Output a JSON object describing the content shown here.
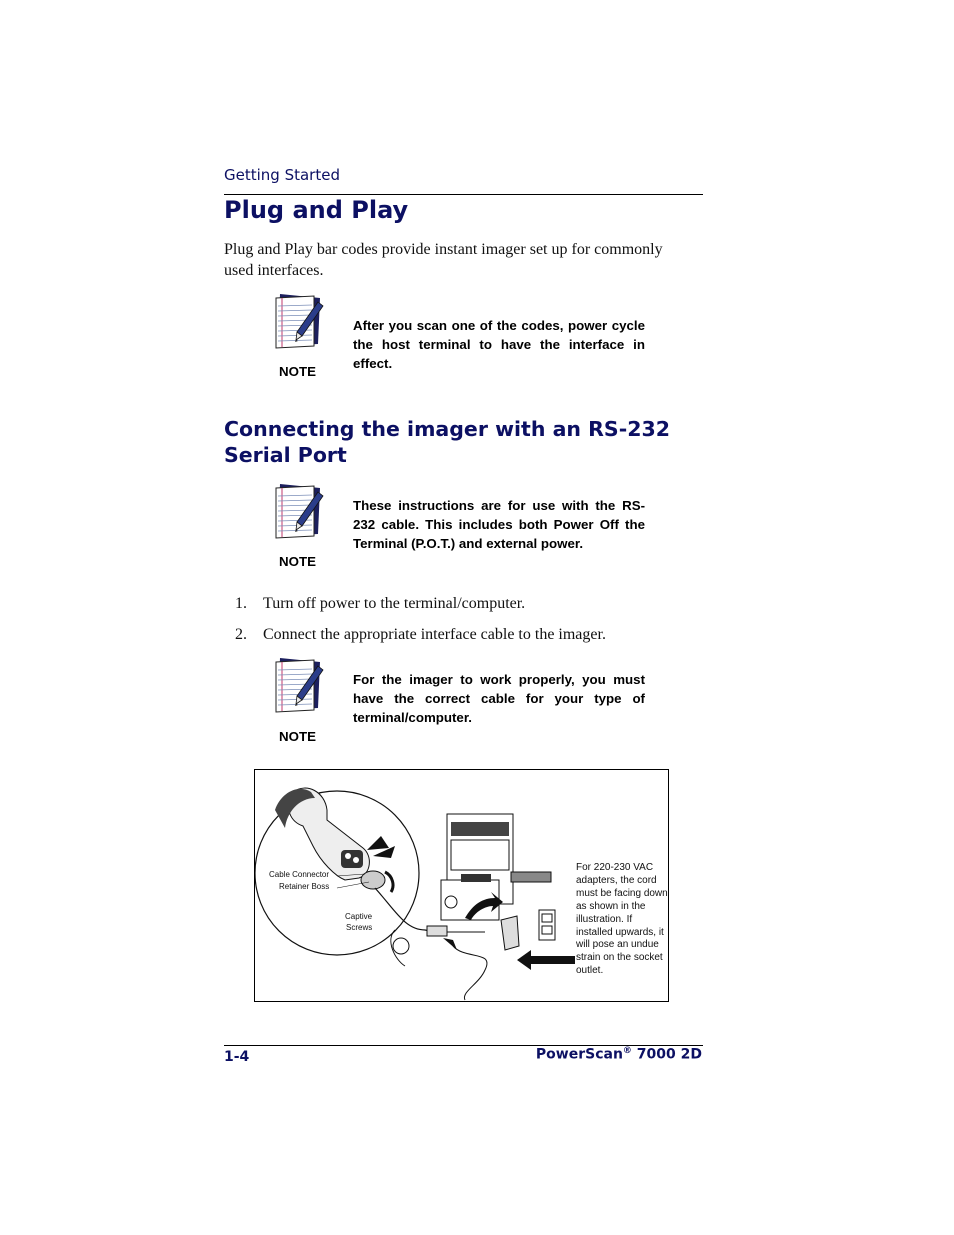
{
  "header": {
    "section": "Getting Started"
  },
  "title": "Plug and Play",
  "intro": "Plug and Play bar codes provide instant imager set up for commonly used interfaces.",
  "notes": [
    {
      "label": "NOTE",
      "text": "After you scan one of the codes, power cycle the host terminal to have the interface in effect.",
      "icon": "notepad-pen-icon"
    },
    {
      "label": "NOTE",
      "text": "These instructions are for use with the RS-232 cable. This includes both Power Off the Terminal (P.O.T.) and external power.",
      "icon": "notepad-pen-icon"
    },
    {
      "label": "NOTE",
      "text": "For the imager to work properly, you must have the correct cable for your type of terminal/computer.",
      "icon": "notepad-pen-icon"
    }
  ],
  "subheading": "Connecting the imager with an RS-232 Serial Port",
  "steps": [
    {
      "num": "1.",
      "text": "Turn off power to the terminal/computer."
    },
    {
      "num": "2.",
      "text": "Connect the appropriate interface cable to the imager."
    }
  ],
  "figure": {
    "label_connector": "Cable Connector",
    "label_boss": "Retainer Boss",
    "label_captive": "Captive",
    "label_screws": "Screws",
    "caption": "For 220-230 VAC adapters, the cord must be facing down as shown in the illustration. If installed upwards, it will pose an undue strain on the socket outlet."
  },
  "footer": {
    "page": "1-4",
    "product": "PowerScan",
    "reg": "®",
    "model": " 7000 2D"
  },
  "colors": {
    "heading": "#0c1063",
    "rule": "#000000"
  }
}
